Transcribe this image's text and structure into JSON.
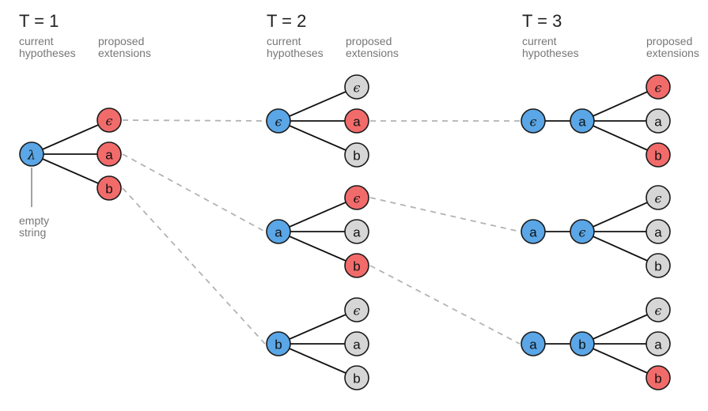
{
  "colors": {
    "current": "#5aa6e6",
    "proposed_selected": "#f26b6b",
    "proposed_other": "#d6d6d6",
    "edge": "#111111",
    "link": "#b3b3b3"
  },
  "symbols": {
    "empty": "λ",
    "epsilon": "ϵ",
    "a": "a",
    "b": "b"
  },
  "steps": [
    {
      "title": "T = 1",
      "current_label": "current\nhypotheses",
      "proposed_label": "proposed\nextensions"
    },
    {
      "title": "T = 2",
      "current_label": "current\nhypotheses",
      "proposed_label": "proposed\nextensions"
    },
    {
      "title": "T = 3",
      "current_label": "current\nhypotheses",
      "proposed_label": "proposed\nextensions"
    }
  ],
  "annotation": {
    "empty_string": "empty\nstring"
  },
  "trees": [
    {
      "step": 1,
      "prefix": [],
      "root": "λ",
      "children": [
        {
          "symbol": "ϵ",
          "state": "selected"
        },
        {
          "symbol": "a",
          "state": "selected"
        },
        {
          "symbol": "b",
          "state": "selected"
        }
      ]
    },
    {
      "step": 2,
      "prefix": [],
      "root": "ϵ",
      "children": [
        {
          "symbol": "ϵ",
          "state": "other"
        },
        {
          "symbol": "a",
          "state": "selected"
        },
        {
          "symbol": "b",
          "state": "other"
        }
      ]
    },
    {
      "step": 2,
      "prefix": [],
      "root": "a",
      "children": [
        {
          "symbol": "ϵ",
          "state": "selected"
        },
        {
          "symbol": "a",
          "state": "other"
        },
        {
          "symbol": "b",
          "state": "selected"
        }
      ]
    },
    {
      "step": 2,
      "prefix": [],
      "root": "b",
      "children": [
        {
          "symbol": "ϵ",
          "state": "other"
        },
        {
          "symbol": "a",
          "state": "other"
        },
        {
          "symbol": "b",
          "state": "other"
        }
      ]
    },
    {
      "step": 3,
      "prefix": [
        "ϵ"
      ],
      "root": "a",
      "children": [
        {
          "symbol": "ϵ",
          "state": "selected"
        },
        {
          "symbol": "a",
          "state": "other"
        },
        {
          "symbol": "b",
          "state": "selected"
        }
      ]
    },
    {
      "step": 3,
      "prefix": [
        "a"
      ],
      "root": "ϵ",
      "children": [
        {
          "symbol": "ϵ",
          "state": "other"
        },
        {
          "symbol": "a",
          "state": "other"
        },
        {
          "symbol": "b",
          "state": "other"
        }
      ]
    },
    {
      "step": 3,
      "prefix": [
        "a"
      ],
      "root": "b",
      "children": [
        {
          "symbol": "ϵ",
          "state": "other"
        },
        {
          "symbol": "a",
          "state": "other"
        },
        {
          "symbol": "b",
          "state": "selected"
        }
      ]
    }
  ],
  "links": [
    {
      "from_tree": 0,
      "from_child": 0,
      "to_tree": 1
    },
    {
      "from_tree": 0,
      "from_child": 1,
      "to_tree": 2
    },
    {
      "from_tree": 0,
      "from_child": 2,
      "to_tree": 3
    },
    {
      "from_tree": 1,
      "from_child": 1,
      "to_tree": 4
    },
    {
      "from_tree": 2,
      "from_child": 0,
      "to_tree": 5
    },
    {
      "from_tree": 2,
      "from_child": 2,
      "to_tree": 6
    }
  ]
}
